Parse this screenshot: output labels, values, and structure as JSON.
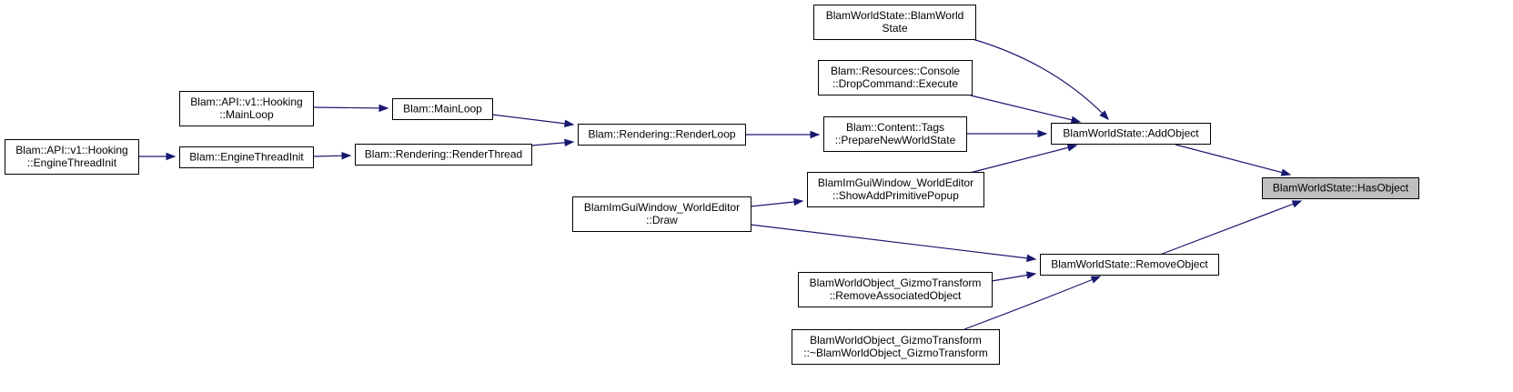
{
  "diagram": {
    "type": "caller-graph",
    "colors": {
      "edge": "#191970",
      "node_border": "#000000",
      "node_fill": "#ffffff",
      "focus_fill": "#bfbfbf"
    },
    "nodes": [
      {
        "id": "hasobject",
        "lines": [
          "BlamWorldState::HasObject"
        ],
        "focus": true
      },
      {
        "id": "addobject",
        "lines": [
          "BlamWorldState::AddObject"
        ]
      },
      {
        "id": "removeobject",
        "lines": [
          "BlamWorldState::RemoveObject"
        ]
      },
      {
        "id": "ctor",
        "lines": [
          "BlamWorldState::BlamWorld",
          "State"
        ]
      },
      {
        "id": "dropcmd",
        "lines": [
          "Blam::Resources::Console",
          "::DropCommand::Execute"
        ]
      },
      {
        "id": "preparenew",
        "lines": [
          "Blam::Content::Tags",
          "::PrepareNewWorldState"
        ]
      },
      {
        "id": "showaddprim",
        "lines": [
          "BlamImGuiWindow_WorldEditor",
          "::ShowAddPrimitivePopup"
        ]
      },
      {
        "id": "draw",
        "lines": [
          "BlamImGuiWindow_WorldEditor",
          "::Draw"
        ]
      },
      {
        "id": "removeassoc",
        "lines": [
          "BlamWorldObject_GizmoTransform",
          "::RemoveAssociatedObject"
        ]
      },
      {
        "id": "dtor",
        "lines": [
          "BlamWorldObject_GizmoTransform",
          "::~BlamWorldObject_GizmoTransform"
        ]
      },
      {
        "id": "renderloop",
        "lines": [
          "Blam::Rendering::RenderLoop"
        ]
      },
      {
        "id": "mainloop",
        "lines": [
          "Blam::MainLoop"
        ]
      },
      {
        "id": "renderthread",
        "lines": [
          "Blam::Rendering::RenderThread"
        ]
      },
      {
        "id": "hookmain",
        "lines": [
          "Blam::API::v1::Hooking",
          "::MainLoop"
        ]
      },
      {
        "id": "enginethreadinit",
        "lines": [
          "Blam::EngineThreadInit"
        ]
      },
      {
        "id": "hookengine",
        "lines": [
          "Blam::API::v1::Hooking",
          "::EngineThreadInit"
        ]
      }
    ],
    "edges": [
      {
        "from": "addobject",
        "to": "hasobject"
      },
      {
        "from": "removeobject",
        "to": "hasobject"
      },
      {
        "from": "ctor",
        "to": "addobject"
      },
      {
        "from": "dropcmd",
        "to": "addobject"
      },
      {
        "from": "preparenew",
        "to": "addobject"
      },
      {
        "from": "showaddprim",
        "to": "addobject"
      },
      {
        "from": "draw",
        "to": "removeobject"
      },
      {
        "from": "removeassoc",
        "to": "removeobject"
      },
      {
        "from": "dtor",
        "to": "removeobject"
      },
      {
        "from": "renderloop",
        "to": "preparenew"
      },
      {
        "from": "draw",
        "to": "showaddprim"
      },
      {
        "from": "mainloop",
        "to": "renderloop"
      },
      {
        "from": "renderthread",
        "to": "renderloop"
      },
      {
        "from": "hookmain",
        "to": "mainloop"
      },
      {
        "from": "enginethreadinit",
        "to": "renderthread"
      },
      {
        "from": "hookengine",
        "to": "enginethreadinit"
      }
    ]
  }
}
